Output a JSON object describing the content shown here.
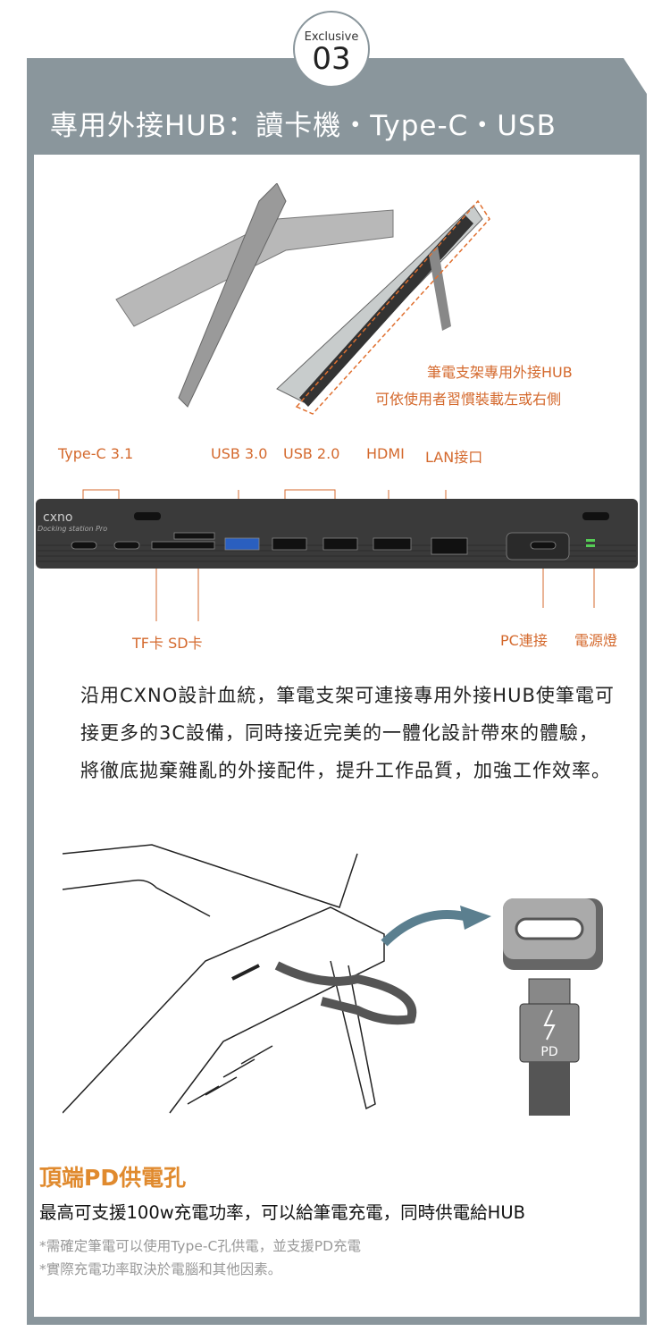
{
  "badge": {
    "label": "Exclusive",
    "number": "03"
  },
  "header": {
    "title": "專用外接HUB：讀卡機・Type-C・USB"
  },
  "stand_caption": [
    "筆電支架專用外接HUB",
    "可依使用者習慣裝載左或右側"
  ],
  "hub": {
    "brand": "cxno",
    "model": "Docking station Pro",
    "top_labels": [
      "Type-C 3.1",
      "USB 3.0",
      "USB 2.0",
      "HDMI",
      "LAN接口"
    ],
    "bottom_labels": [
      "TF卡 SD卡",
      "PC連接",
      "電源燈"
    ]
  },
  "description": "沿用CXNO設計血統，筆電支架可連接專用外接HUB使筆電可接更多的3C設備，同時接近完美的一體化設計帶來的體驗，將徹底拋棄雜亂的外接配件，提升工作品質，加強工作效率。",
  "pd": {
    "icon_text": "PD",
    "heading": "頂端PD供電孔",
    "body": "最高可支援100w充電功率，可以給筆電充電，同時供電給HUB",
    "notes": [
      "*需確定筆電可以使用Type-C孔供電，並支援PD充電",
      "*實際充電功率取決於電腦和其他因素。"
    ]
  },
  "colors": {
    "frame": "#8a969c",
    "accent": "#d4692d",
    "heading": "#e08a2e"
  }
}
